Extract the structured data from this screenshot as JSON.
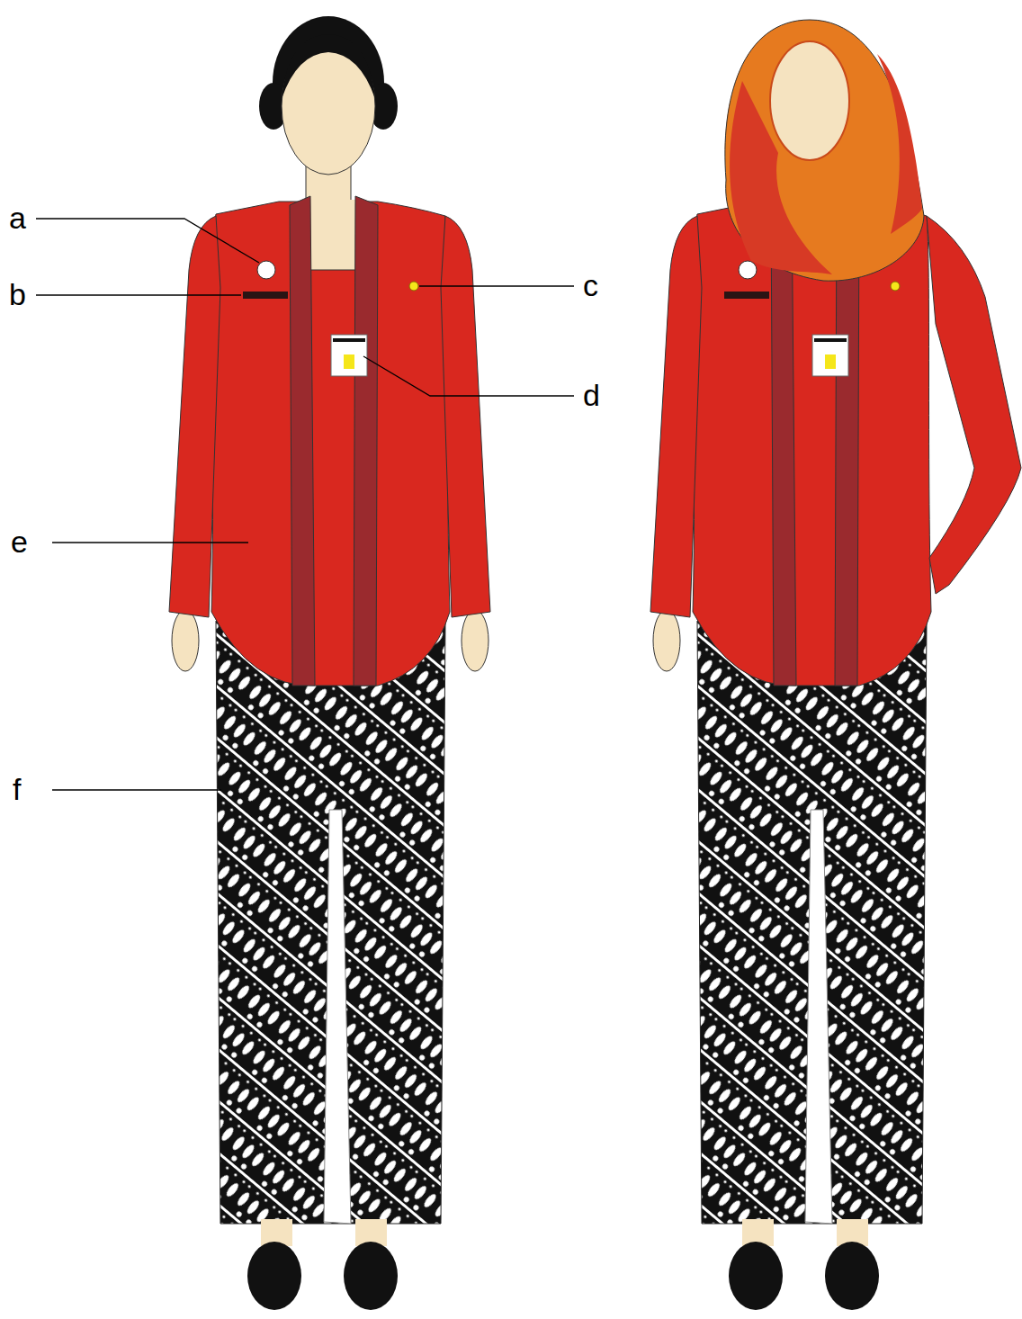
{
  "diagram": {
    "labels": [
      "a",
      "b",
      "c",
      "d",
      "e",
      "f"
    ]
  }
}
